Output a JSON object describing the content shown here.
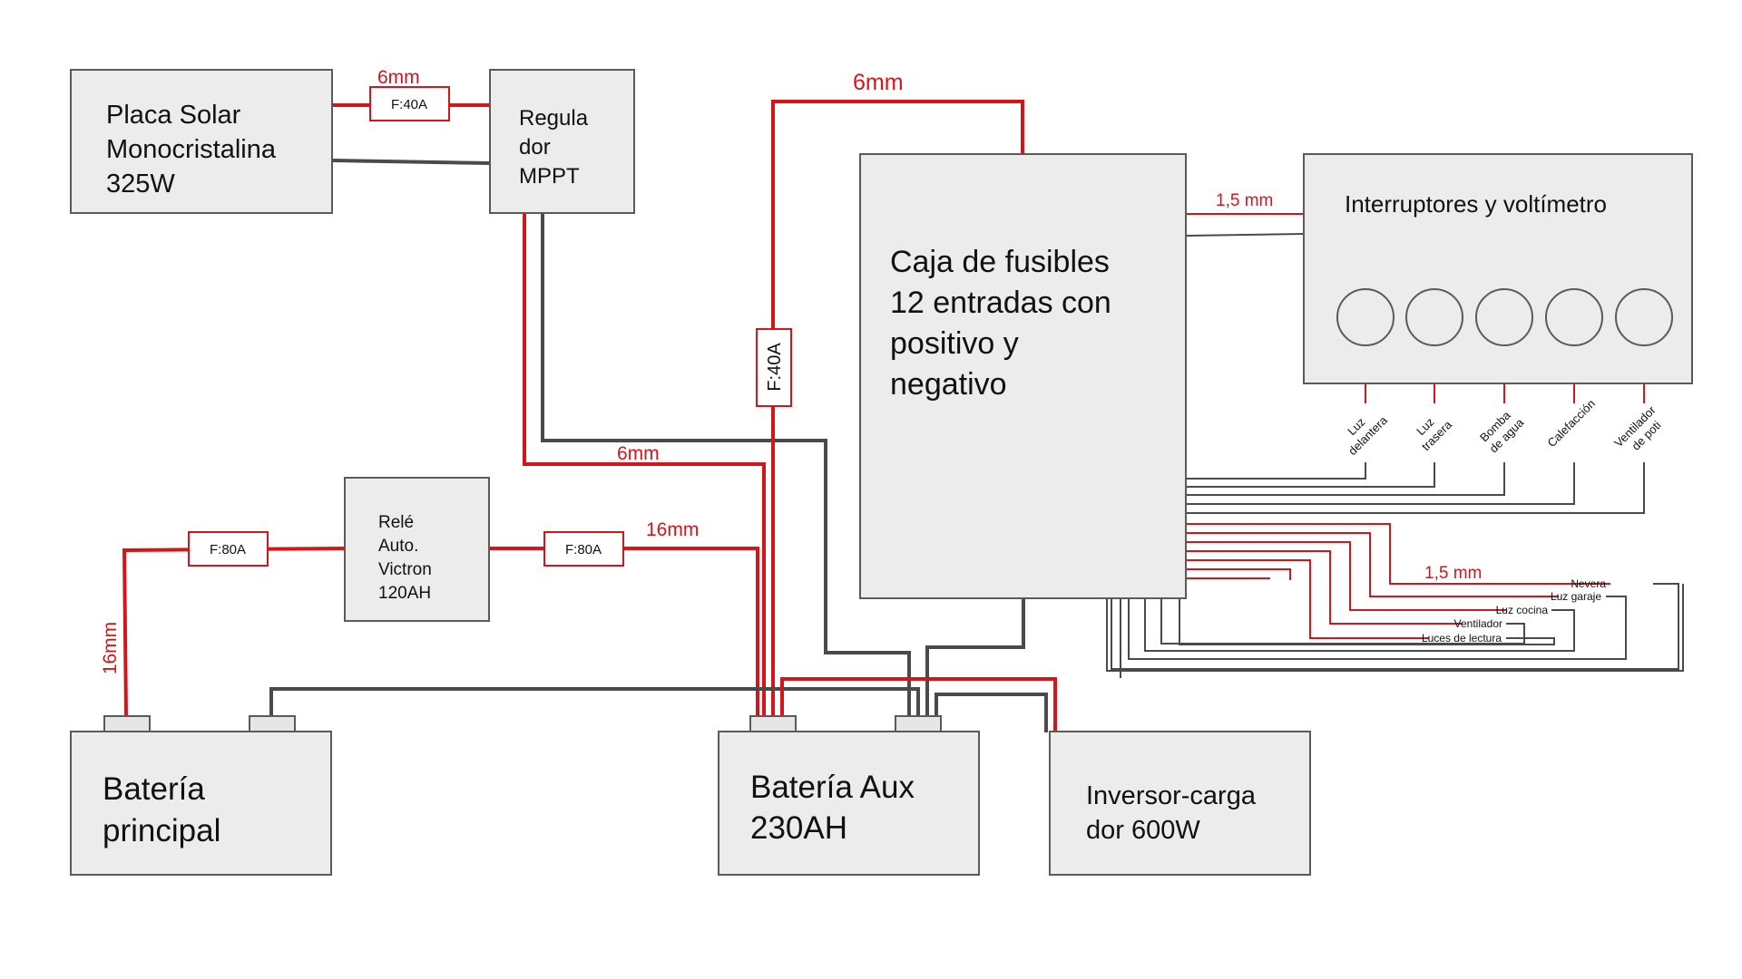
{
  "boxes": {
    "solar": [
      "Placa Solar",
      "Monocristalina",
      "325W"
    ],
    "mppt": [
      "Regula",
      "dor",
      "MPPT"
    ],
    "fusebox": [
      "Caja de fusibles",
      "12 entradas con",
      "positivo y",
      "negativo"
    ],
    "switches": "Interruptores y voltímetro",
    "relay": [
      "Relé",
      "Auto.",
      "Victron",
      "120AH"
    ],
    "battery_main": [
      "Batería",
      "principal"
    ],
    "battery_aux": [
      "Batería Aux",
      "230AH"
    ],
    "inverter": [
      "Inversor-carga",
      "dor 600W"
    ]
  },
  "fuses": {
    "solar_mppt": "F:40A",
    "fusebox_feed": "F:40A",
    "relay_left": "F:80A",
    "relay_right": "F:80A"
  },
  "wire_labels": {
    "solar_mppt": "6mm",
    "fusebox_top": "6mm",
    "mppt_battery": "6mm",
    "relay_battery": "16mm",
    "main_battery": "16mm",
    "switches": "1,5 mm",
    "loads": "1,5 mm"
  },
  "switch_labels": [
    [
      "Luz",
      "delantera"
    ],
    [
      "Luz",
      "trasera"
    ],
    [
      "Bomba",
      "de agua"
    ],
    [
      "Calefacción"
    ],
    [
      "Ventilador",
      "de poti"
    ]
  ],
  "load_labels": [
    "Nevera",
    "Luz garaje",
    "Luz cocina",
    "Ventilador",
    "Luces de lectura"
  ]
}
